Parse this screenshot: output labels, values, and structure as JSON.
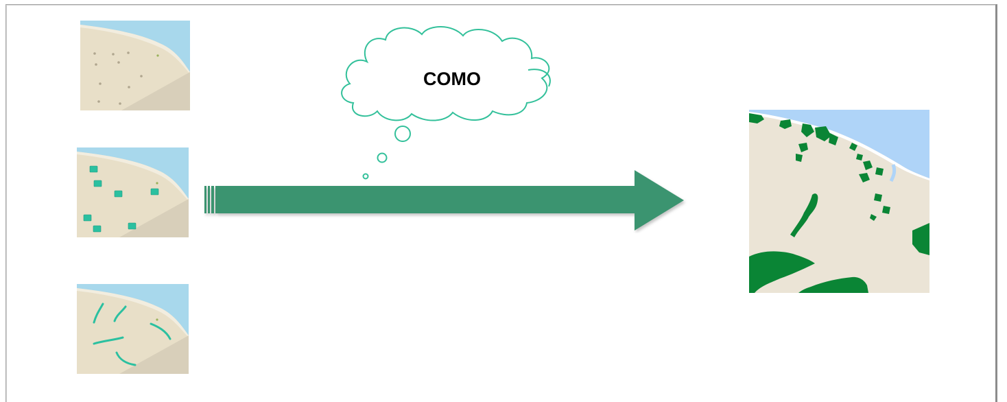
{
  "cloud": {
    "label": "COMO"
  },
  "diagram": {
    "inputs": [
      {
        "name": "base-map-with-points"
      },
      {
        "name": "base-map-with-squares"
      },
      {
        "name": "base-map-with-lines"
      }
    ],
    "output": {
      "name": "result-map-green-areas"
    },
    "colors": {
      "sea": "#a8d8ec",
      "land": "#e8dfc8",
      "terrain_shadow": "#d6cdb8",
      "marker": "#2bc0a0",
      "arrow": "#3a9470",
      "cloud_stroke": "#32c09a",
      "forest": "#0a8535",
      "result_sea": "#afd4f8"
    }
  }
}
